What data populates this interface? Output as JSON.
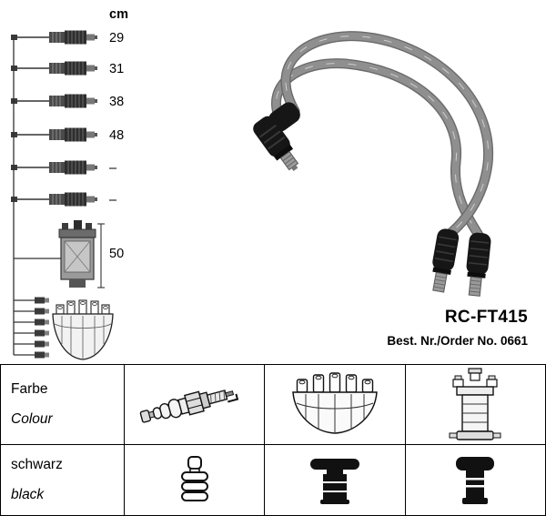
{
  "product": {
    "code": "RC-FT415",
    "order_line": "Best. Nr./Order No. 0661"
  },
  "diagram": {
    "unit_label": "cm",
    "lengths": [
      "29",
      "31",
      "38",
      "48",
      "–",
      "–"
    ],
    "coil_length": "50"
  },
  "table": {
    "color_label_de": "Farbe",
    "color_label_en": "Colour",
    "color_value_de": "schwarz",
    "color_value_en": "black"
  },
  "icons": {
    "row1": [
      "spark-plug",
      "distributor-cap",
      "ignition-coil"
    ],
    "row2": [
      "spark-plug-terminal",
      "distributor-cap-terminal",
      "ignition-coil-terminal"
    ]
  },
  "colors": {
    "cable_gray": "#8f8f8f",
    "boot_black": "#161616",
    "text": "#000000"
  }
}
